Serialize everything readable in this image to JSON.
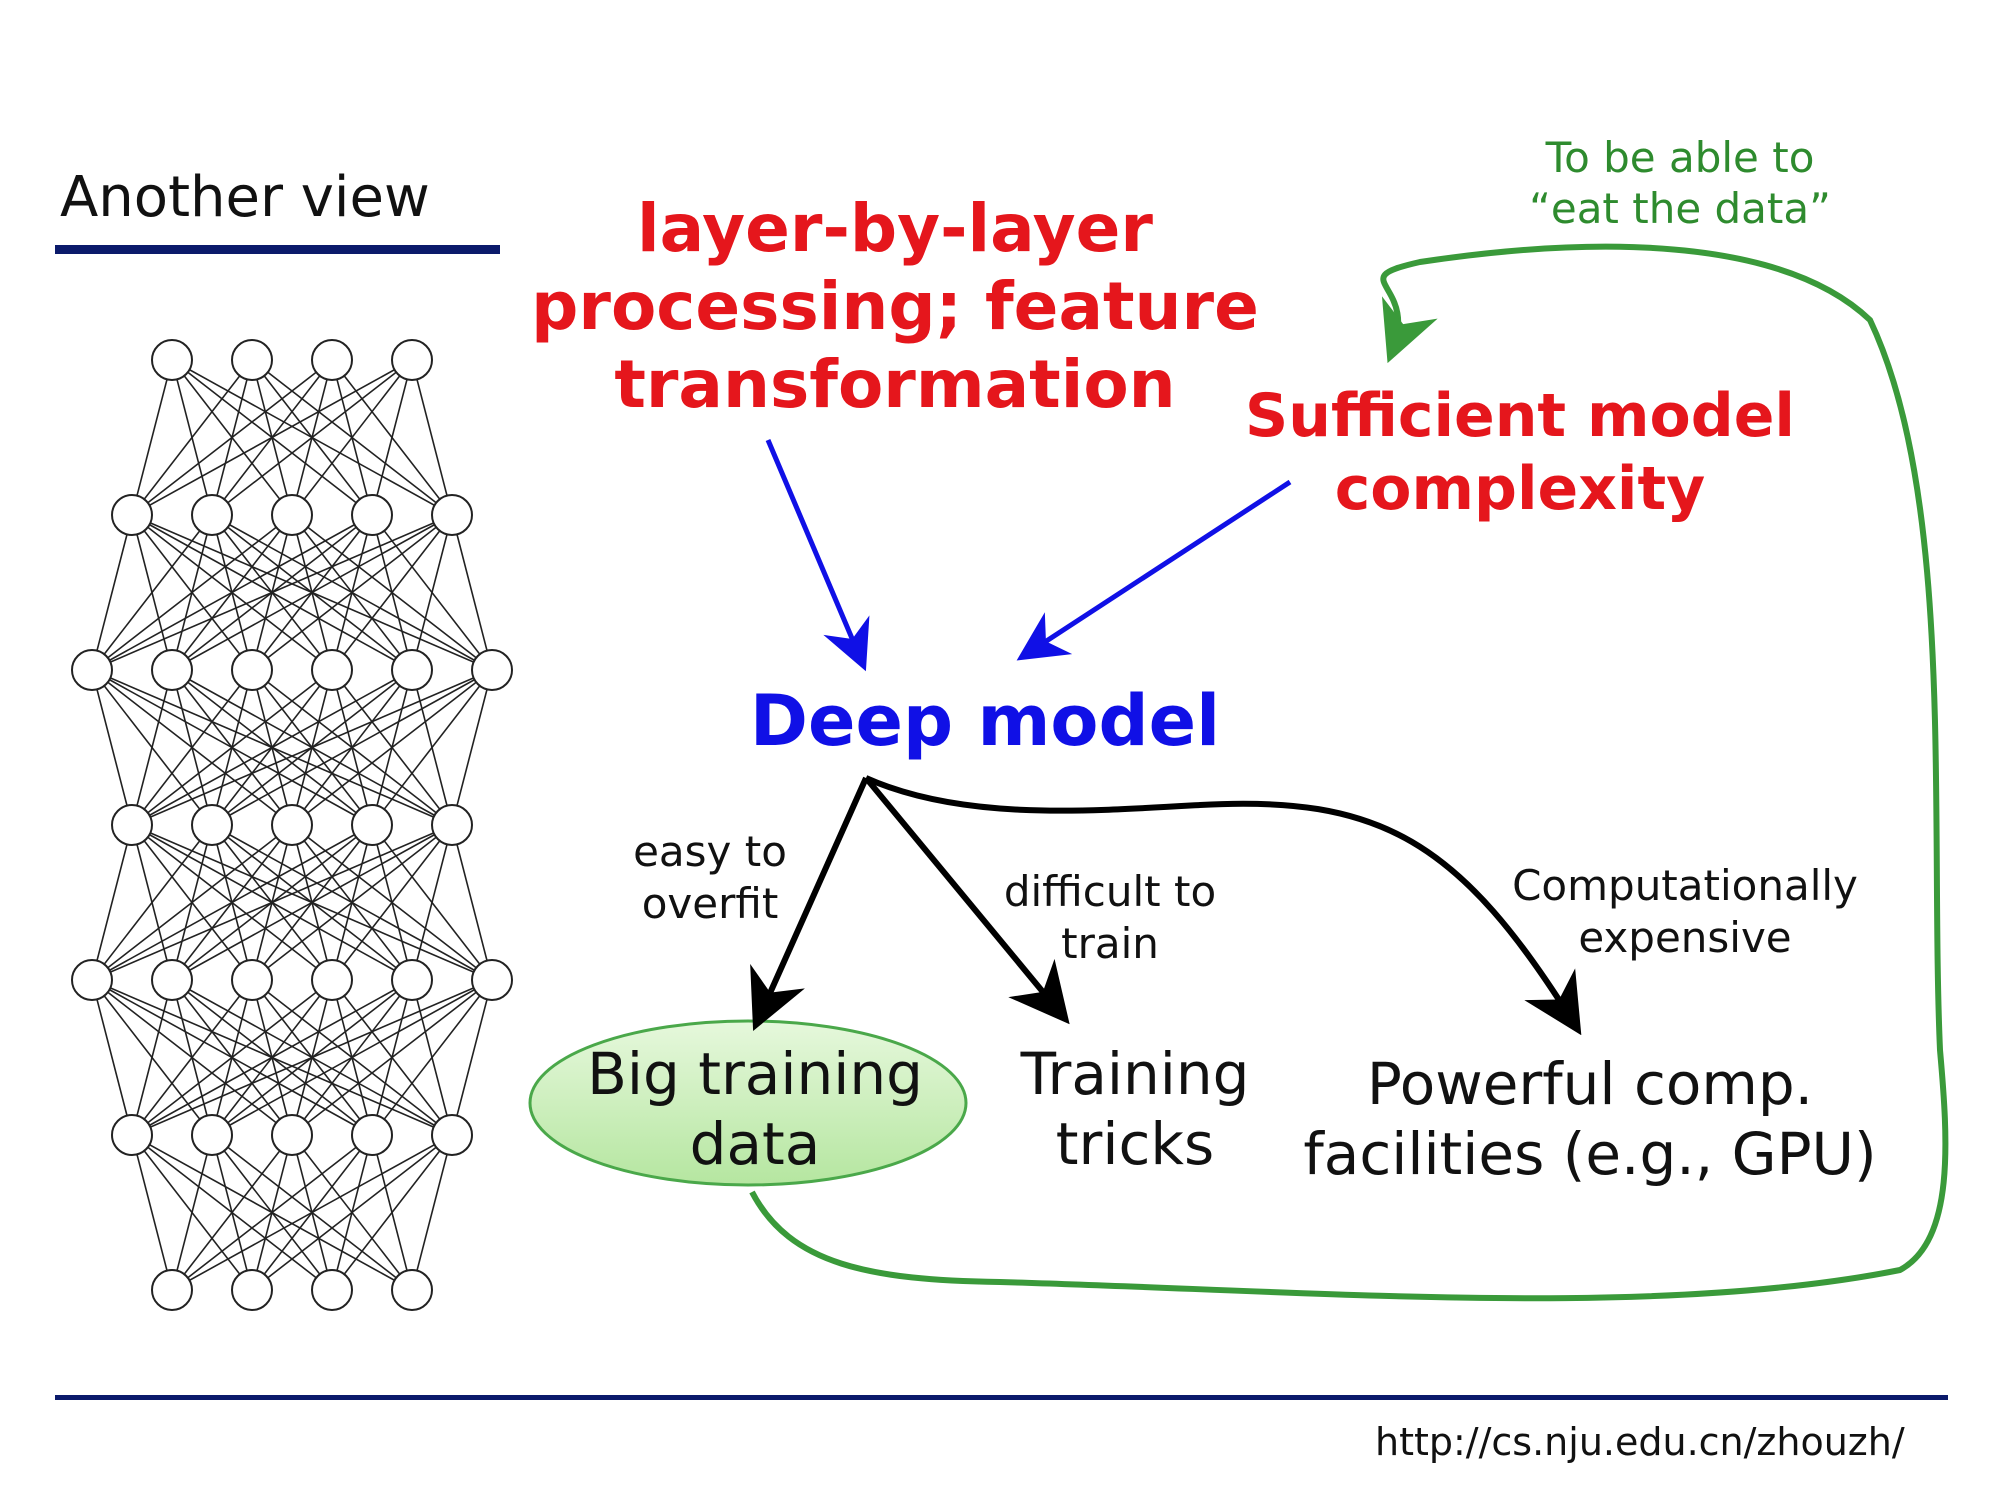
{
  "title": "Another view",
  "url": "http://cs.nju.edu.cn/zhouzh/",
  "colors": {
    "rule": "#0b1a6b",
    "red_text": "#e5161c",
    "blue_text": "#1010e6",
    "green_loop": "#3a9a3a",
    "ellipse_fill": "#c9efb8"
  },
  "network": {
    "layer_sizes": [
      4,
      5,
      6,
      5,
      6,
      5,
      4
    ]
  },
  "nodes": {
    "layer_processing": [
      "layer-by-layer",
      "processing; feature",
      "transformation"
    ],
    "model_complexity": [
      "Sufficient model",
      "complexity"
    ],
    "eat_data": [
      "To be able to",
      "“eat the data”"
    ],
    "deep_model": "Deep model",
    "big_data": [
      "Big training",
      "data"
    ],
    "training_tricks": [
      "Training",
      "tricks"
    ],
    "powerful_comp": [
      "Powerful comp.",
      "facilities (e.g., GPU)"
    ]
  },
  "edge_labels": {
    "overfit": [
      "easy to",
      "overfit"
    ],
    "difficult": [
      "difficult to",
      "train"
    ],
    "expensive": [
      "Computationally",
      "expensive"
    ]
  }
}
